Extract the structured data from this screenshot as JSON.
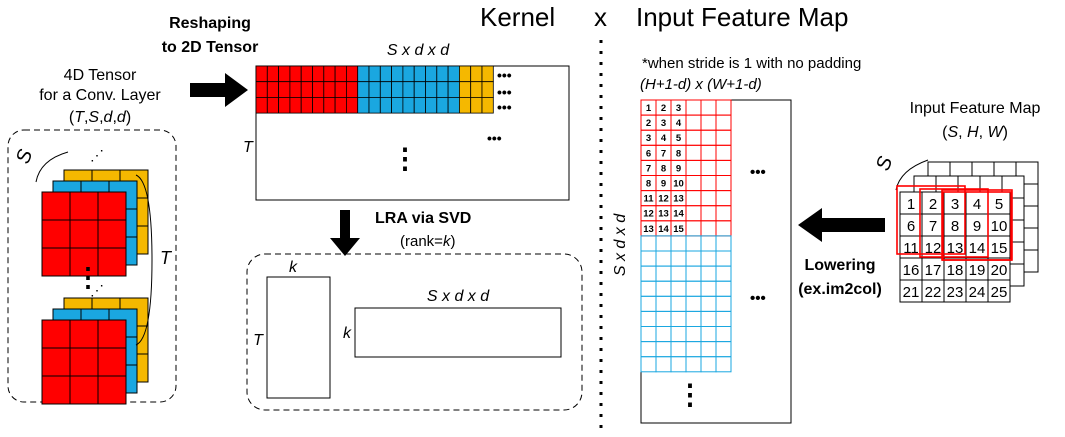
{
  "titles": {
    "kernel": "Kernel",
    "times": "x",
    "input_feature_map": "Input Feature Map"
  },
  "left": {
    "tensor_4d_line1": "4D Tensor",
    "tensor_4d_line2": "for a Conv. Layer",
    "tensor_4d_line3": "(T,S,d,d)",
    "s_label": "S",
    "t_label": "T",
    "vdots": "⋮",
    "small_dots": "⋰"
  },
  "middle": {
    "reshaping_line1": "Reshaping",
    "reshaping_line2": "to 2D Tensor",
    "matrix_top_label": "S x d x d",
    "matrix_left_label": "T",
    "hdots": "…",
    "vdots": "⋮",
    "lra_label": "LRA via SVD",
    "rank_label": "(rank=k)",
    "factor_k_top": "k",
    "factor_t": "T",
    "factor_k_left": "k",
    "factor_sdd": "S x d x d"
  },
  "right": {
    "stride_note": "*when stride is 1 with no padding",
    "dims_label": "(H+1-d) x (W+1-d)",
    "side_label": "S x d x d",
    "hdots": "…",
    "vdots": "⋮",
    "row_numbers": [
      [
        "1",
        "2",
        "3"
      ],
      [
        "2",
        "3",
        "4"
      ],
      [
        "3",
        "4",
        "5"
      ],
      [
        "6",
        "7",
        "8"
      ],
      [
        "7",
        "8",
        "9"
      ],
      [
        "8",
        "9",
        "10"
      ],
      [
        "11",
        "12",
        "13"
      ],
      [
        "12",
        "13",
        "14"
      ],
      [
        "13",
        "14",
        "15"
      ]
    ],
    "lowering_line1": "Lowering",
    "lowering_line2": "(ex.im2col)",
    "ifm_line1": "Input Feature Map",
    "ifm_line2": "(S, H, W)",
    "s_label": "S",
    "grid_numbers": [
      [
        "1",
        "2",
        "3",
        "4",
        "5"
      ],
      [
        "6",
        "7",
        "8",
        "9",
        "10"
      ],
      [
        "11",
        "12",
        "13",
        "14",
        "15"
      ],
      [
        "16",
        "17",
        "18",
        "19",
        "20"
      ],
      [
        "21",
        "22",
        "23",
        "24",
        "25"
      ]
    ]
  },
  "colors": {
    "red": "#ff0000",
    "blue": "#1aa7e0",
    "yellow": "#f5b800",
    "grid_line": "#000000"
  }
}
